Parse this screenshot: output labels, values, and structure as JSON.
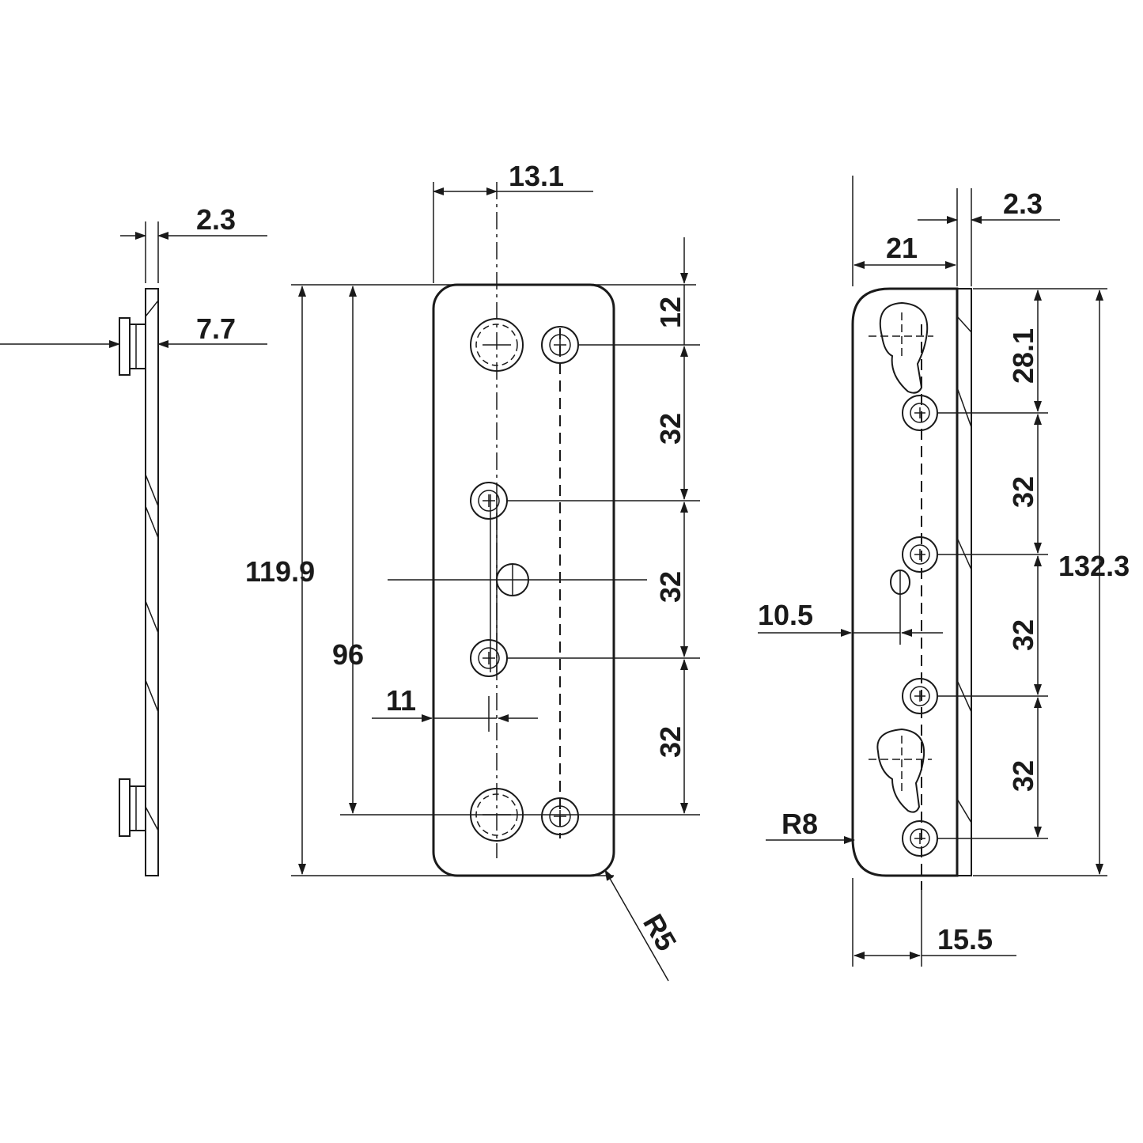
{
  "dimensions": {
    "side_left_thickness": "2.3",
    "side_left_offset": "7.7",
    "top_offset": "13.1",
    "top_margin": "12",
    "pitch_1": "32",
    "pitch_2": "32",
    "pitch_3": "32",
    "total_height": "119.9",
    "hole_span": "96",
    "hole_offset": "11",
    "corner_radius": "R5",
    "right_depth": "21",
    "right_thickness": "2.3",
    "right_top": "28.1",
    "right_pitch_1": "32",
    "right_pitch_2": "32",
    "right_pitch_3": "32",
    "right_total": "132.3",
    "right_hole_offset": "10.5",
    "right_corner_radius": "R8",
    "right_bottom_offset": "15.5"
  }
}
